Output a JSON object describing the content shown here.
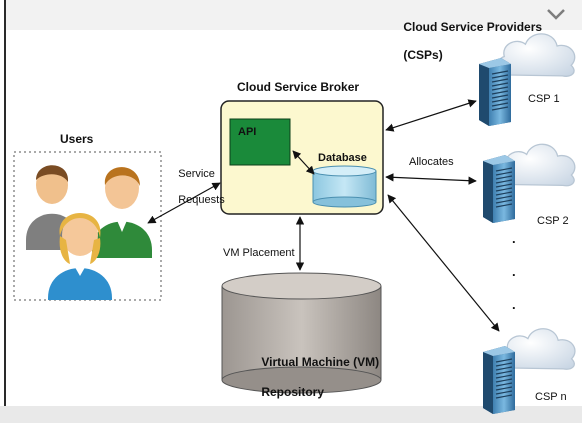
{
  "title": "Cloud Service Brokerage",
  "labels": {
    "csp_header_line1": "Cloud Service Providers",
    "csp_header_line2": "(CSPs)",
    "broker": "Cloud Service Broker",
    "api": "API",
    "database": "Database",
    "users": "Users",
    "service_requests_line1": "Service",
    "service_requests_line2": "Requests",
    "allocates": "Allocates",
    "vm_placement": "VM Placement",
    "vm_repo_line1": "Virtual Machine (VM)",
    "vm_repo_line2": "Repository",
    "csp1": "CSP 1",
    "csp2": "CSP 2",
    "cspn": "CSP n",
    "ellipsis": "."
  },
  "icons": {
    "users": "users-group-icon",
    "server": "server-tower-icon",
    "cloud": "cloud-icon",
    "chevron": "chevron-down-icon"
  },
  "colors": {
    "broker_fill": "#fcf8cf",
    "api_fill": "#1a8a3a",
    "database_fill": "#9bd3ea",
    "cylinder_fill": "#b3ada8",
    "server_fill": "#5a9ccc"
  }
}
